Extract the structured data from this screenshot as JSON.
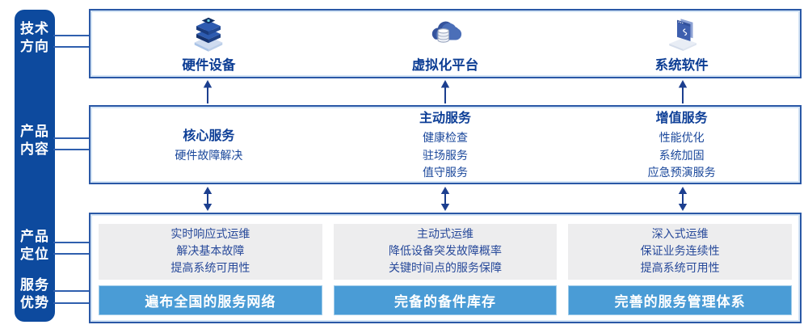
{
  "palette": {
    "sidebar_blue": "#0d4a9e",
    "box_border_blue": "#2a58a6",
    "box_border_inner_light": "#bcd4ee",
    "heading_text_blue": "#0e3f97",
    "body_text_blue": "#1a479b",
    "arrow_blue": "#1c3f8f",
    "banner_blue": "#4a9cd6",
    "panel_gray": "#ededee",
    "label_white": "#ffffff"
  },
  "sidebar": {
    "labels": [
      {
        "text": "技术\n方向"
      },
      {
        "text": "产品\n内容"
      },
      {
        "text": "产品\n定位"
      },
      {
        "text": "服务\n优势"
      }
    ]
  },
  "tech_row": {
    "items": [
      {
        "icon": "server-stack-icon",
        "label": "硬件设备"
      },
      {
        "icon": "cloud-database-icon",
        "label": "虚拟化平台"
      },
      {
        "icon": "software-window-icon",
        "label": "系统软件"
      }
    ]
  },
  "content_row": {
    "columns": [
      {
        "heading": "核心服务",
        "items": [
          "硬件故障解决"
        ]
      },
      {
        "heading": "主动服务",
        "items": [
          "健康检查",
          "驻场服务",
          "值守服务"
        ]
      },
      {
        "heading": "增值服务",
        "items": [
          "性能优化",
          "系统加固",
          "应急预演服务"
        ]
      }
    ]
  },
  "positioning_row": {
    "columns": [
      {
        "points": [
          "实时响应式运维",
          "解决基本故障",
          "提高系统可用性"
        ],
        "banner": "遍布全国的服务网络"
      },
      {
        "points": [
          "主动式运维",
          "降低设备突发故障概率",
          "关键时间点的服务保障"
        ],
        "banner": "完备的备件库存"
      },
      {
        "points": [
          "深入式运维",
          "保证业务连续性",
          "提高系统可用性"
        ],
        "banner": "完善的服务管理体系"
      }
    ]
  }
}
